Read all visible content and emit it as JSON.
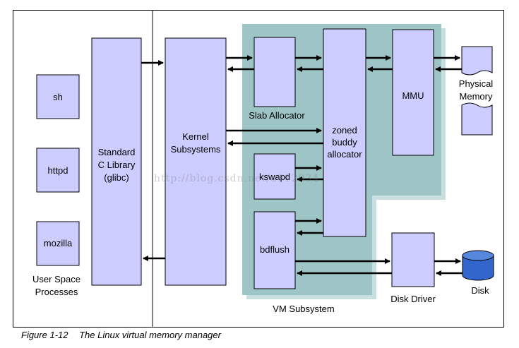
{
  "caption": {
    "number": "Figure 1-12",
    "title": "The Linux virtual memory manager"
  },
  "user_space": {
    "processes": [
      "sh",
      "httpd",
      "mozilla"
    ],
    "label_line1": "User Space",
    "label_line2": "Processes"
  },
  "glibc": {
    "line1": "Standard",
    "line2": "C Library",
    "line3": "(glibc)"
  },
  "kernel": {
    "line1": "Kernel",
    "line2": "Subsystems"
  },
  "vm": {
    "label": "VM Subsystem",
    "slab_label": "Slab Allocator",
    "buddy_line1": "zoned",
    "buddy_line2": "buddy",
    "buddy_line3": "allocator",
    "kswapd": "kswapd",
    "bdflush": "bdflush",
    "mmu": "MMU"
  },
  "physical_memory": {
    "line1": "Physical",
    "line2": "Memory"
  },
  "disk_driver": "Disk Driver",
  "disk": "Disk",
  "watermark": "http://blog.csdn.net/u012934",
  "colors": {
    "box_fill": "#ccccff",
    "vm_fill": "#9dc5c5",
    "vm_shadow": "#c9dfdf"
  }
}
